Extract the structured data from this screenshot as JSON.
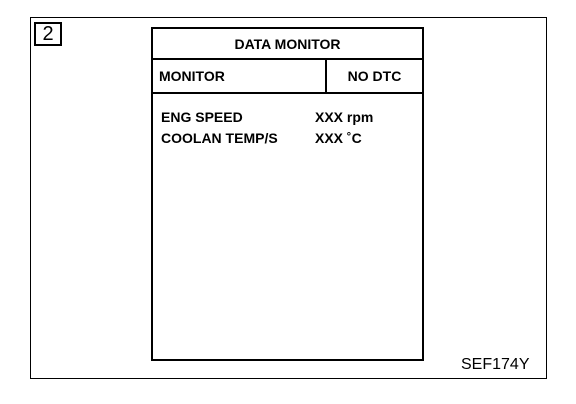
{
  "step_number": "2",
  "screen": {
    "title": "DATA MONITOR",
    "header": {
      "left": "MONITOR",
      "right": "NO DTC"
    },
    "rows": [
      {
        "label": "ENG SPEED",
        "value": "XXX rpm"
      },
      {
        "label": "COOLAN TEMP/S",
        "value": "XXX ˚C"
      }
    ]
  },
  "figure_code": "SEF174Y"
}
